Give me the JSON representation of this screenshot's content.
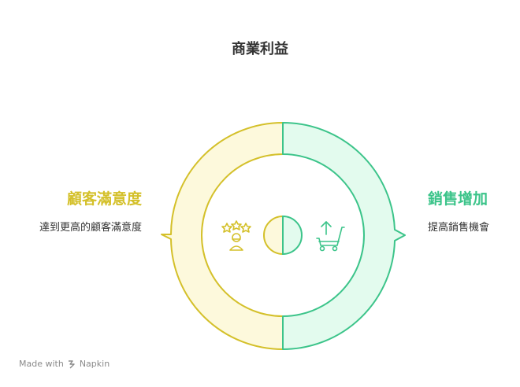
{
  "title": "商業利益",
  "left": {
    "heading": "顧客滿意度",
    "description": "達到更高的顧客滿意度",
    "color": "#d4c02a",
    "fill": "#fdf9dc",
    "icon": "stars-person-icon"
  },
  "right": {
    "heading": "銷售增加",
    "description": "提高銷售機會",
    "color": "#3cc48a",
    "fill": "#e3fbee",
    "icon": "cart-up-arrow-icon"
  },
  "footer": {
    "made_with": "Made with",
    "brand": "Napkin"
  }
}
